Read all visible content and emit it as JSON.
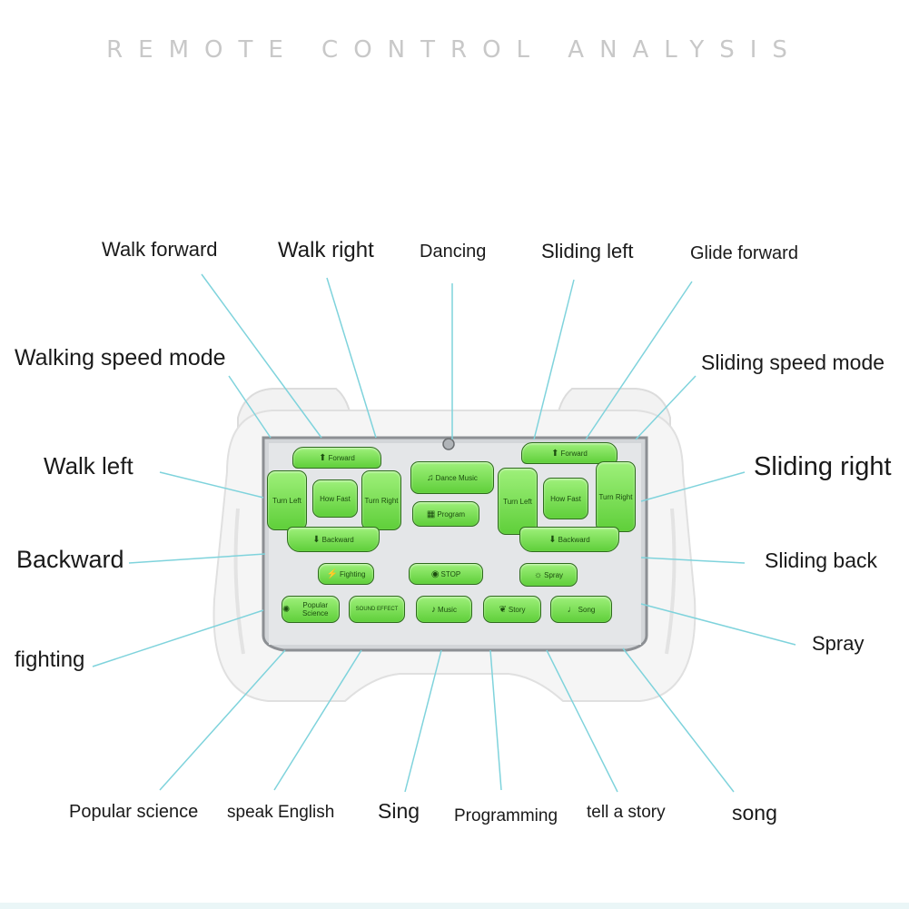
{
  "title": "REMOTE CONTROL ANALYSIS",
  "labels": {
    "walk_forward": "Walk forward",
    "walk_right": "Walk right",
    "dancing": "Dancing",
    "sliding_left": "Sliding left",
    "glide_forward": "Glide forward",
    "walking_speed_mode": "Walking speed mode",
    "sliding_speed_mode": "Sliding speed mode",
    "walk_left": "Walk left",
    "sliding_right": "Sliding right",
    "backward": "Backward",
    "sliding_back": "Sliding back",
    "fighting": "fighting",
    "spray": "Spray",
    "popular_science": "Popular science",
    "speak_english": "speak English",
    "sing": "Sing",
    "programming": "Programming",
    "tell_a_story": "tell a story",
    "song": "song"
  },
  "buttons": {
    "forward_l": "Forward",
    "turn_left_l": "Turn Left",
    "how_fast_l": "How Fast",
    "turn_right_l": "Turn Right",
    "backward_l": "Backward",
    "dance_music": "Dance Music",
    "program": "Program",
    "forward_r": "Forward",
    "turn_left_r": "Turn Left",
    "how_fast_r": "How Fast",
    "turn_right_r": "Turn Right",
    "backward_r": "Backward",
    "fighting": "Fighting",
    "stop": "STOP",
    "spray": "Spray",
    "popular_science": "Popular Science",
    "sound_effect": "SOUND EFFECT",
    "music": "Music",
    "story": "Story",
    "song": "Song"
  },
  "colors": {
    "leader_line": "#7fd3dc",
    "button_green": "#7fe25a",
    "panel": "#d9dcdf"
  }
}
